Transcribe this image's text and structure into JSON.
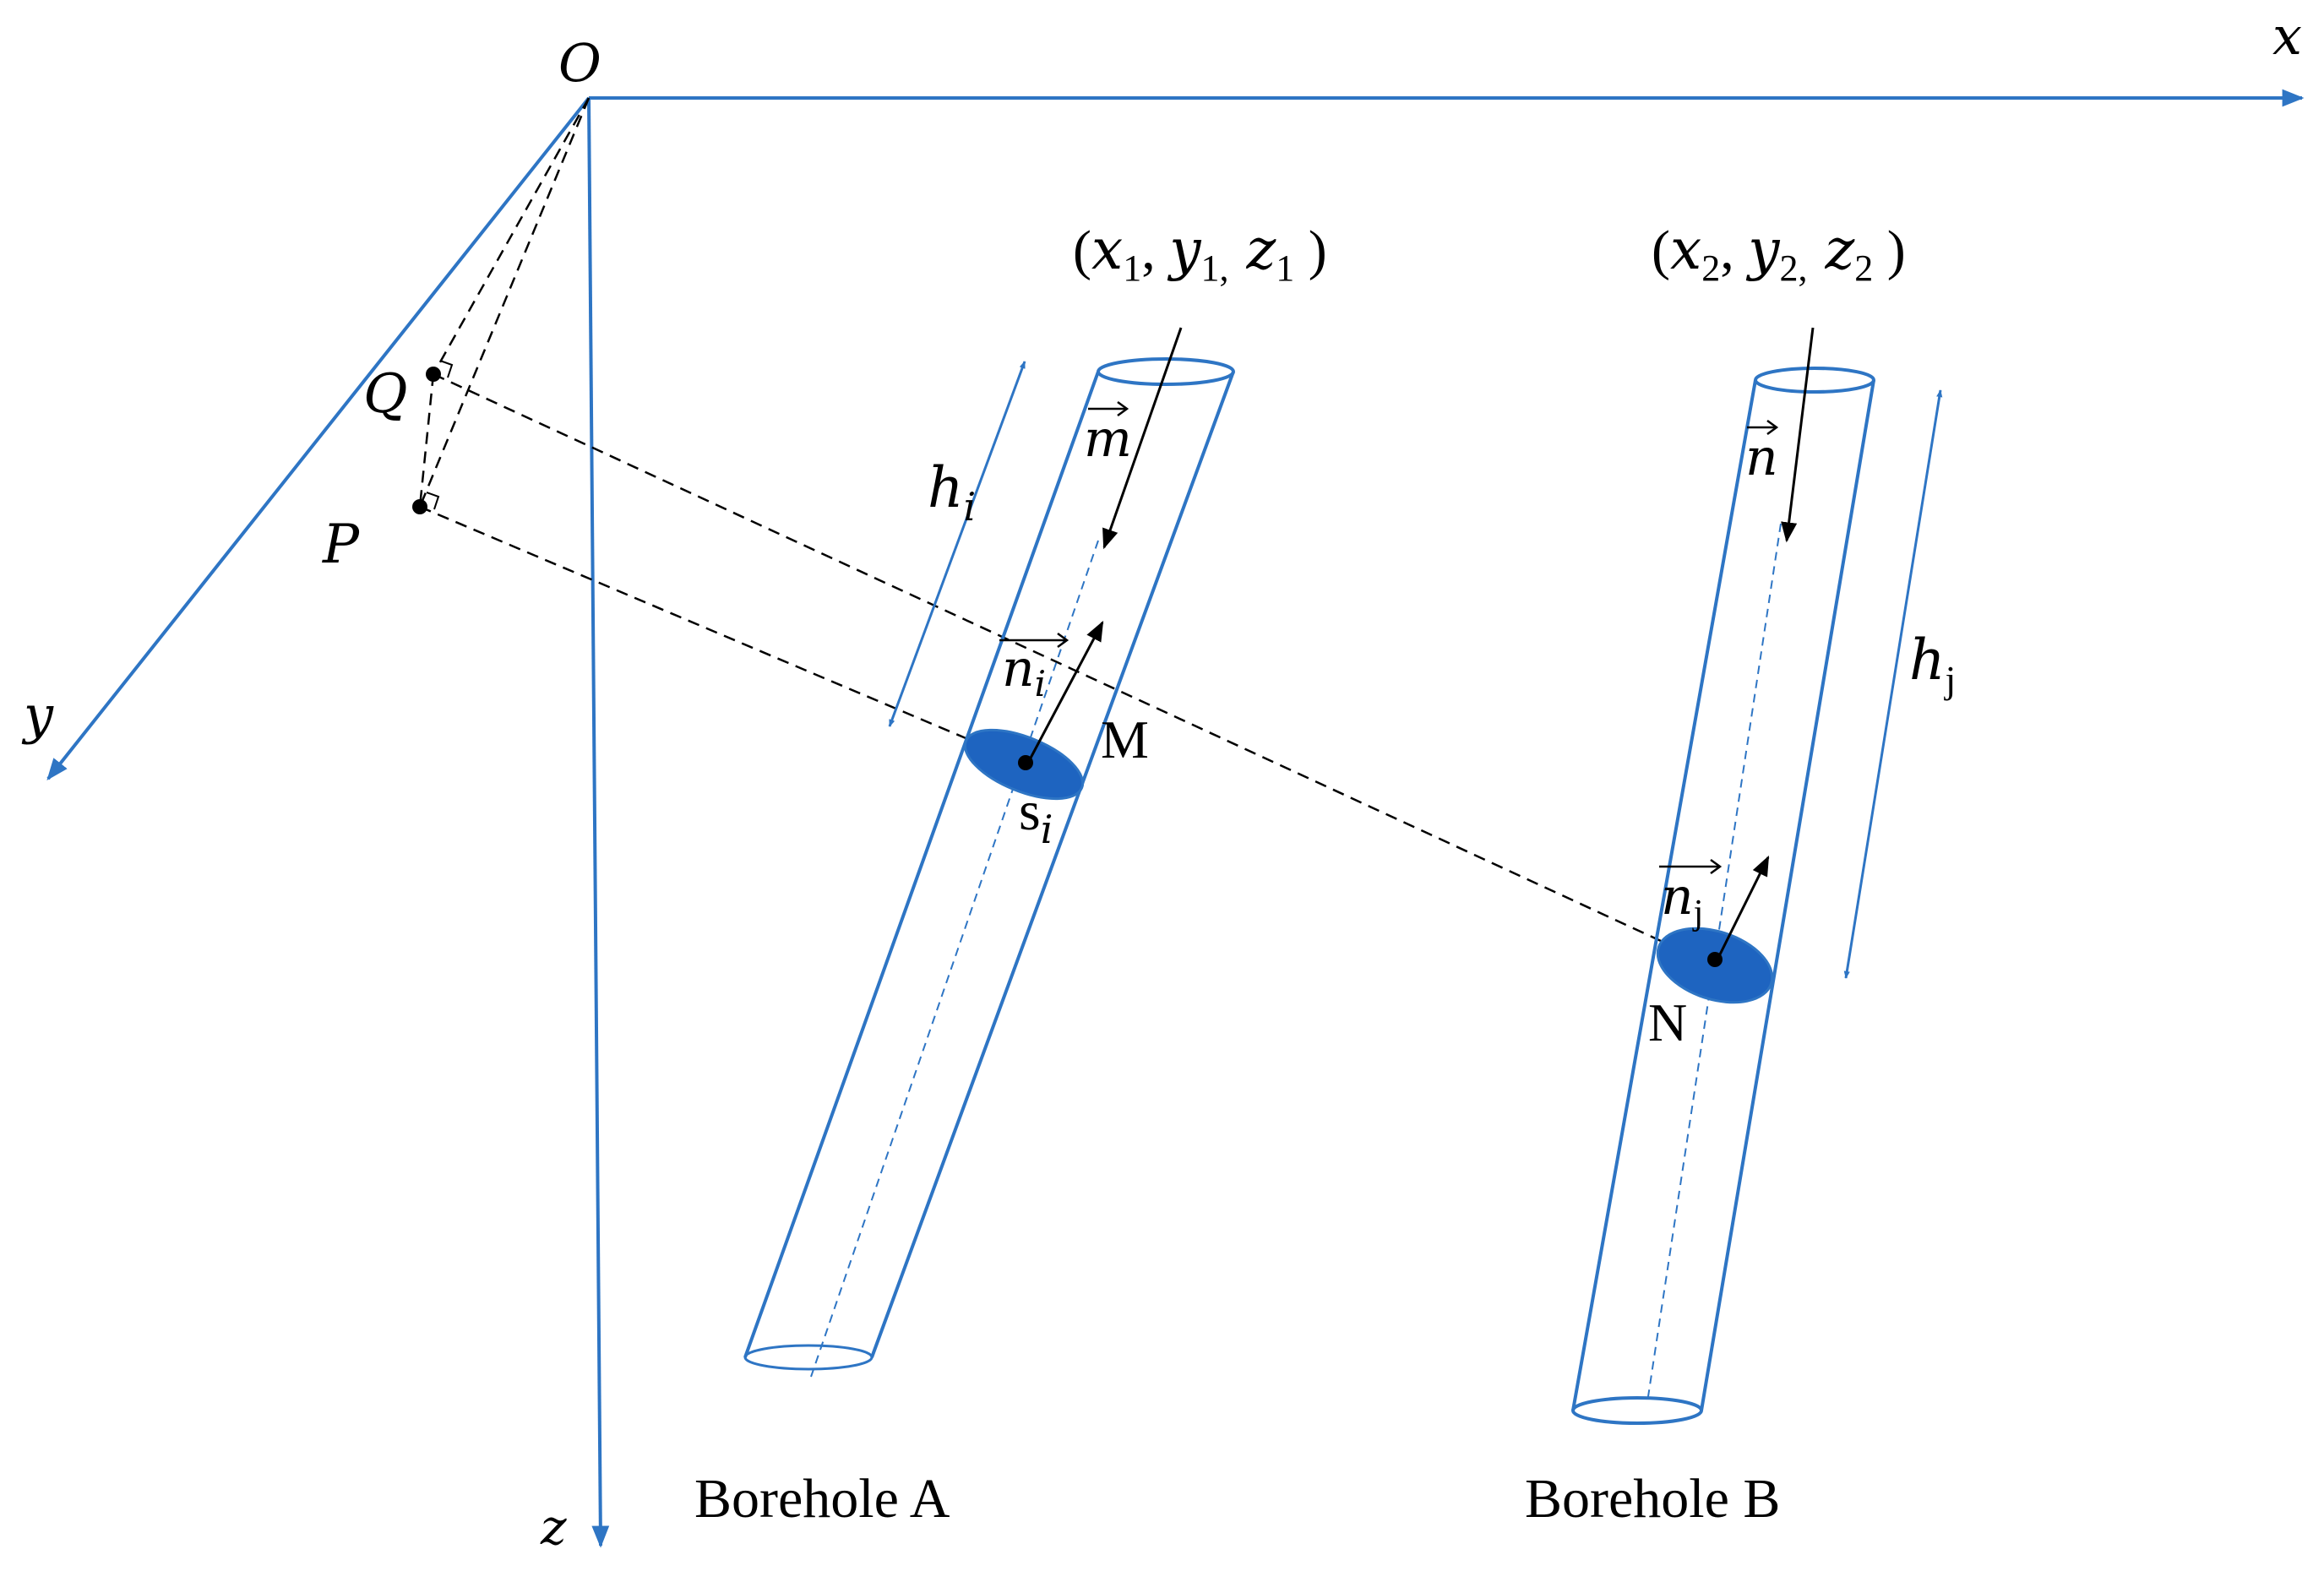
{
  "colors": {
    "axis": "#2E75C4",
    "borehole": "#2E75C4",
    "disk_fill": "#1E64C0",
    "ink": "#000000",
    "background": "#FFFFFF"
  },
  "axes": {
    "origin": "O",
    "x": "x",
    "y": "y",
    "z": "z"
  },
  "points": {
    "q": "Q",
    "p": "P",
    "m": "M",
    "n": "N"
  },
  "coords": {
    "a": {
      "x": "x",
      "x_sub": "1",
      "y": "y",
      "y_sub": "1,",
      "z": "z",
      "z_sub": "1"
    },
    "b": {
      "x": "x",
      "x_sub": "2",
      "y": "y",
      "y_sub": "2,",
      "z": "z",
      "z_sub": "2"
    }
  },
  "vectors": {
    "m": "m",
    "n": "n",
    "ni_base": "n",
    "ni_sub": "i",
    "nj_base": "n",
    "nj_sub": "j"
  },
  "lengths": {
    "hi_base": "h",
    "hi_sub": "i",
    "hj_base": "h",
    "hj_sub": "j"
  },
  "area": {
    "base": "s",
    "sub": "i"
  },
  "boreholes": {
    "a": "Borehole A",
    "b": "Borehole B"
  }
}
